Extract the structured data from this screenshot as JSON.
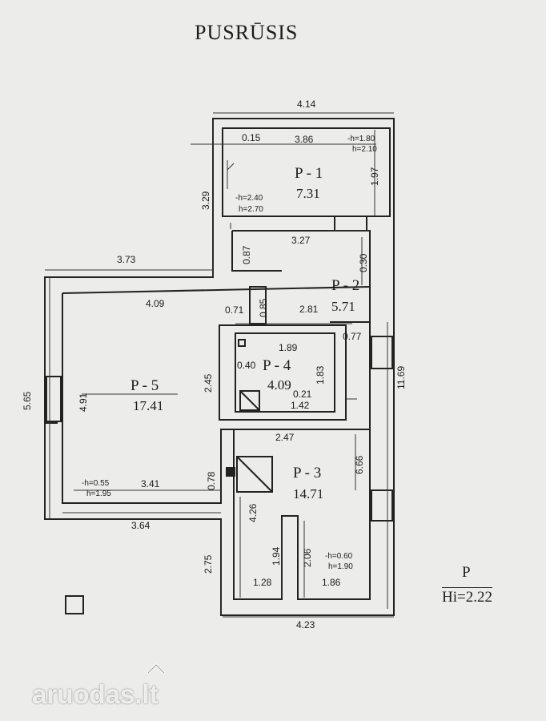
{
  "title": "PUSRŪSIS",
  "rooms": [
    {
      "code": "P - 1",
      "area": "7.31"
    },
    {
      "code": "P - 2",
      "area": "5.71"
    },
    {
      "code": "P - 3",
      "area": "14.71"
    },
    {
      "code": "P - 4",
      "area": "4.09"
    },
    {
      "code": "P - 5",
      "area": "17.41"
    }
  ],
  "dimensions": {
    "top_width": "4.14",
    "p1_inner": "3.86",
    "p1_wall": "0.15",
    "p1_height": "1.97",
    "p1_left": "3.29",
    "p2_top": "3.27",
    "p2_left": "0.87",
    "p2_side": "0.30",
    "corridor_top": "3.73",
    "p5_top": "4.09",
    "p5_door": "0.71",
    "p5_door2": "0.85",
    "p2_width": "2.81",
    "p4_width": "1.89",
    "p4_wall": "0.40",
    "p4_height": "1.83",
    "p4_bottom": "1.42",
    "p4_gap": "0.21",
    "p4_side": "0.77",
    "right_total": "11.69",
    "p5_inner_left": "4.91",
    "left_total": "5.65",
    "p5_right": "2.45",
    "p3_top": "2.47",
    "p3_right": "6.66",
    "p5_bottom": "3.41",
    "p5_door3": "0.78",
    "p5_outer_bottom": "3.64",
    "p3_left": "4.26",
    "p3_niche": "1.94",
    "p3_niche2": "2.06",
    "p3_bottom_left": "1.28",
    "p3_bottom_right": "1.86",
    "lower_left": "2.75",
    "bottom_total": "4.23"
  },
  "heights": {
    "p1_window": [
      "-h=1.80",
      "h=2.10"
    ],
    "p1_door": [
      "-h=2.40",
      "h=2.70"
    ],
    "p5_window": [
      "-h=0.55",
      "h=1.95"
    ],
    "p3_window": [
      "-h=0.60",
      "h=1.90"
    ]
  },
  "legend": {
    "label": "P",
    "value": "Hi=2.22"
  },
  "watermark": "aruodas.lt"
}
